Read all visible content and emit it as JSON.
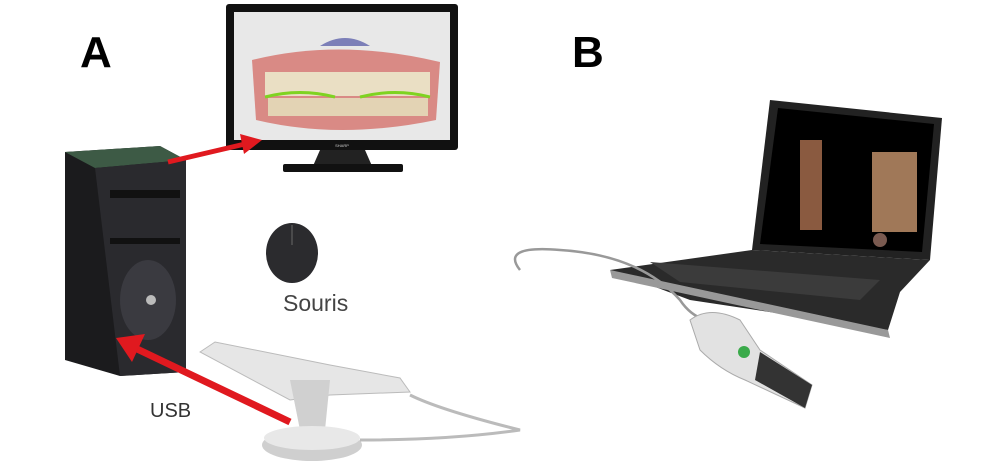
{
  "panels": {
    "a": {
      "label": "A",
      "mouse_label": "Souris",
      "cable_label": "USB",
      "monitor_brand": "SHARP"
    },
    "b": {
      "label": "B"
    }
  },
  "colors": {
    "arrow": "#e0191f",
    "screen_bg": "#e8e8e8",
    "gum": "#d98a85",
    "tooth": "#e9dcc0",
    "laptop_screen": "#000000",
    "scanner_accent": "#3aaa4a"
  }
}
